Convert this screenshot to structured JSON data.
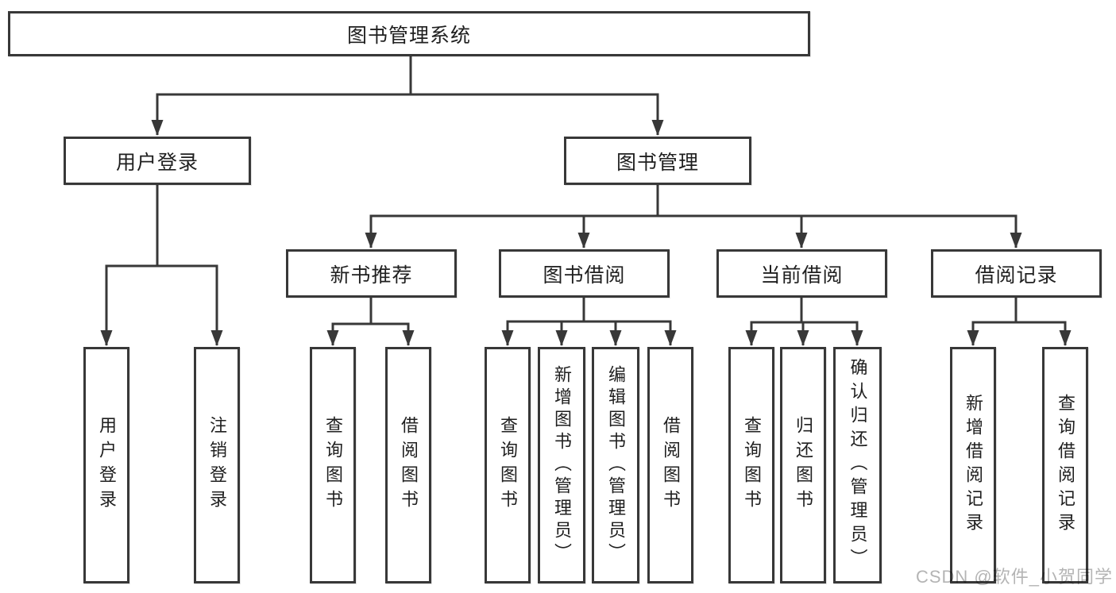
{
  "tree": {
    "root": {
      "label": "图书管理系统"
    },
    "children": [
      {
        "label": "用户登录",
        "children": [
          {
            "label": "用户登录"
          },
          {
            "label": "注销登录"
          }
        ]
      },
      {
        "label": "图书管理",
        "children": [
          {
            "label": "新书推荐",
            "children": [
              {
                "label": "查询图书"
              },
              {
                "label": "借阅图书"
              }
            ]
          },
          {
            "label": "图书借阅",
            "children": [
              {
                "label": "查询图书"
              },
              {
                "label": "新增图书（管理员）"
              },
              {
                "label": "编辑图书（管理员）"
              },
              {
                "label": "借阅图书"
              }
            ]
          },
          {
            "label": "当前借阅",
            "children": [
              {
                "label": "查询图书"
              },
              {
                "label": "归还图书"
              },
              {
                "label": "确认归还（管理员）"
              }
            ]
          },
          {
            "label": "借阅记录",
            "children": [
              {
                "label": "新增借阅记录"
              },
              {
                "label": "查询借阅记录"
              }
            ]
          }
        ]
      }
    ]
  },
  "watermark": {
    "text": "CSDN @软件_小贺同学"
  },
  "colors": {
    "line": "#383838",
    "text": "#1f1f1f",
    "background": "#ffffff",
    "watermark_gray": "#b4b4b4"
  }
}
